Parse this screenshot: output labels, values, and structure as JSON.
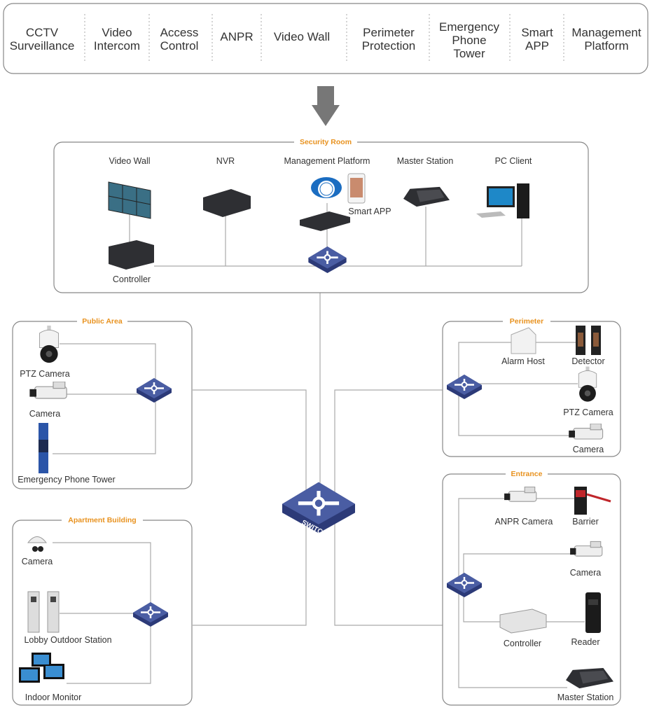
{
  "categories": [
    [
      "CCTV",
      "Surveillance"
    ],
    [
      "Video",
      "Intercom"
    ],
    [
      "Access",
      "Control"
    ],
    [
      "ANPR"
    ],
    [
      "Video Wall"
    ],
    [
      "Perimeter",
      "Protection"
    ],
    [
      "Emergency",
      "Phone",
      "Tower"
    ],
    [
      "Smart",
      "APP"
    ],
    [
      "Management",
      "Platform"
    ]
  ],
  "security_room": {
    "title": "Security Room",
    "video_wall": "Video Wall",
    "nvr": "NVR",
    "platform": "Management Platform",
    "master": "Master Station",
    "pc": "PC Client",
    "controller": "Controller",
    "app": "Smart APP"
  },
  "public_area": {
    "title": "Public Area",
    "ptz": "PTZ Camera",
    "camera": "Camera",
    "tower": "Emergency Phone Tower"
  },
  "apartment": {
    "title": "Apartment Building",
    "camera": "Camera",
    "lobby": "Lobby Outdoor Station",
    "monitor": "Indoor Monitor"
  },
  "perimeter": {
    "title": "Perimeter",
    "alarm": "Alarm Host",
    "detector": "Detector",
    "ptz": "PTZ Camera",
    "camera": "Camera"
  },
  "entrance": {
    "title": "Entrance",
    "anpr": "ANPR Camera",
    "barrier": "Barrier",
    "camera": "Camera",
    "controller": "Controller",
    "reader": "Reader",
    "master": "Master Station"
  },
  "switch_label": "SWITCH",
  "colors": {
    "accent": "#e8921f",
    "switch": "#3a4a8c"
  }
}
